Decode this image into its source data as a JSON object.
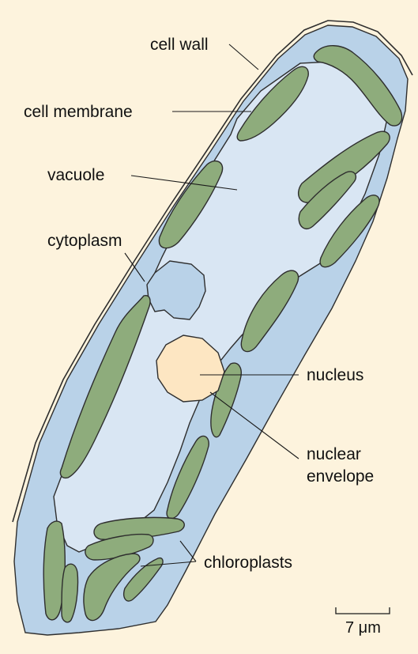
{
  "colors": {
    "background": "#fdf3dd",
    "cytoplasm": "#b9d2e8",
    "vacuole": "#d9e6f3",
    "chloroplast": "#8eac7c",
    "nucleus": "#fde6c2",
    "outline": "#2e2e2e"
  },
  "labels": {
    "cell_wall": "cell wall",
    "cell_membrane": "cell membrane",
    "vacuole": "vacuole",
    "cytoplasm": "cytoplasm",
    "nucleus": "nucleus",
    "nuclear_envelope_line1": "nuclear",
    "nuclear_envelope_line2": "envelope",
    "chloroplasts": "chloroplasts"
  },
  "scale_bar": {
    "label": "7 μm"
  }
}
